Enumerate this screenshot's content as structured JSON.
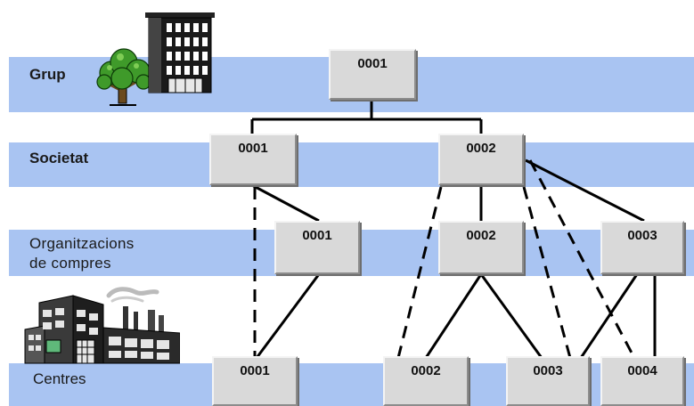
{
  "levels": {
    "group": "Grup",
    "company": "Societat",
    "purchasing_org_line1": "Organitzacions",
    "purchasing_org_line2": "de compres",
    "plants": "Centres"
  },
  "group_nodes": [
    "0001"
  ],
  "company_nodes": [
    "0001",
    "0002"
  ],
  "purchasing_org_nodes": [
    "0001",
    "0002",
    "0003"
  ],
  "plant_nodes": [
    "0001",
    "0002",
    "0003",
    "0004"
  ],
  "colors": {
    "band": "#a9c4f2",
    "node": "#d9d9d9",
    "line": "#000000"
  },
  "icons": [
    "office-building-icon",
    "tree-icon",
    "factory-icon"
  ]
}
